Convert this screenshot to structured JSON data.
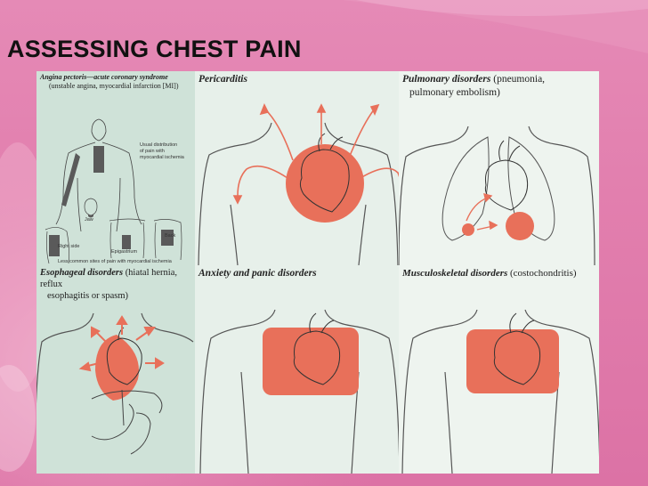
{
  "slide": {
    "title": "ASSESSING CHEST PAIN"
  },
  "panels": {
    "angina": {
      "title": "Angina pectoris—acute coronary syndrome",
      "subtitle": "(unstable angina, myocardial infarction [MI])",
      "note_line1": "Usual distribution",
      "note_line2": "of pain with",
      "note_line3": "myocardial ischemia",
      "label_jaw": "Jaw",
      "label_right_side": "Right side",
      "label_epigastrium": "Epigastrium",
      "label_back": "Back",
      "footer": "Less common sites of pain with myocardial ischemia"
    },
    "pericarditis": {
      "title": "Pericarditis"
    },
    "pulmonary": {
      "title": "Pulmonary disorders",
      "detail_line1": "(pneumonia,",
      "detail_line2": "pulmonary embolism)"
    },
    "esophageal": {
      "title": "Esophageal disorders",
      "detail_line1": "(hiatal hernia, reflux",
      "detail_line2": "esophagitis or spasm)"
    },
    "anxiety": {
      "title": "Anxiety and panic disorders"
    },
    "musculoskeletal": {
      "title": "Musculoskeletal disorders",
      "detail": "(costochondritis)"
    }
  },
  "colors": {
    "background": "#e27fae",
    "pain_area": "#e8705a",
    "panel_dark": "#cfe2d8",
    "panel_light": "#eef4ef"
  },
  "icons": {
    "torso": "torso-outline-icon",
    "heart": "heart-icon",
    "lungs": "lungs-icon",
    "arrow": "radiating-arrow-icon"
  }
}
